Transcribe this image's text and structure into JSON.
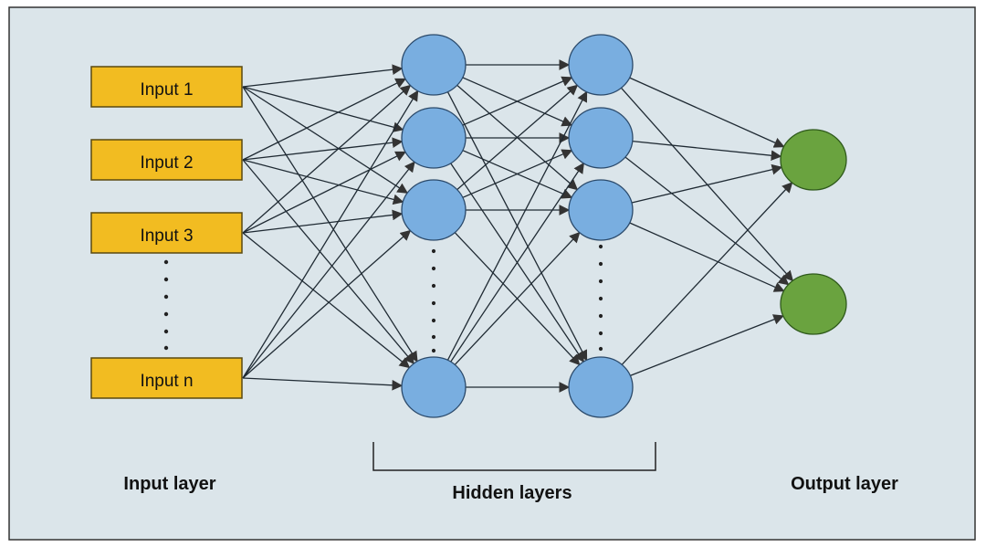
{
  "inputs": [
    "Input 1",
    "Input 2",
    "Input 3",
    "Input n"
  ],
  "layer_labels": {
    "input": "Input layer",
    "hidden": "Hidden layers",
    "output": "Output layer"
  },
  "hidden_layers": [
    {
      "visible_nodes": 4,
      "ellipsis_between_third_and_last": true
    },
    {
      "visible_nodes": 4,
      "ellipsis_between_third_and_last": true
    }
  ],
  "output_nodes": 2,
  "connectivity": "fully-connected",
  "colors": {
    "background": "#dbe5ea",
    "frame": "#333333",
    "input_fill": "#f2bc21",
    "input_stroke": "#5a4a10",
    "hidden_fill": "#79aee0",
    "hidden_stroke": "#2b4a6b",
    "output_fill": "#6aa33f",
    "output_stroke": "#2f5a1c",
    "edge": "#1f2a33",
    "text": "#111111"
  }
}
